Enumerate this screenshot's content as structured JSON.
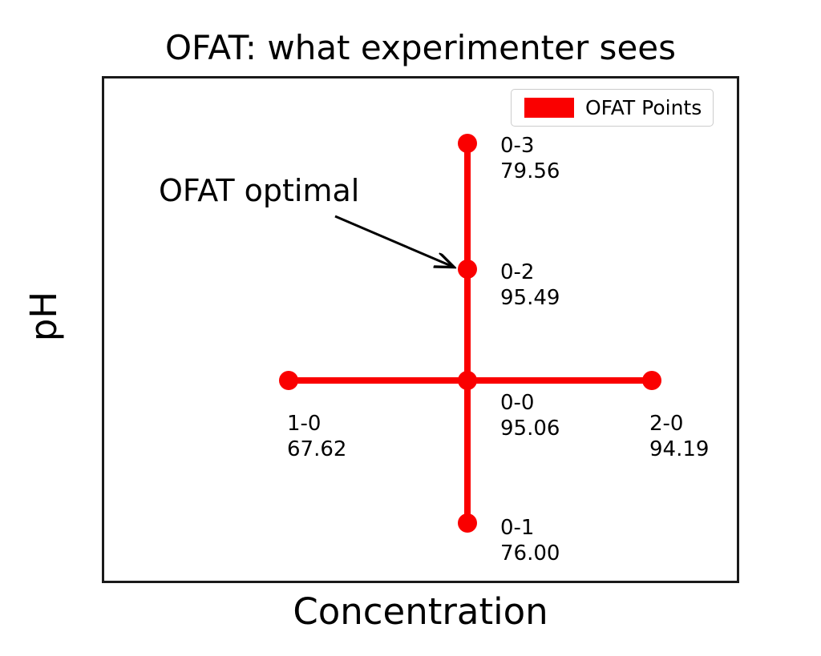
{
  "chart_data": {
    "type": "scatter",
    "title": "OFAT: what experimenter sees",
    "xlabel": "Concentration",
    "ylabel": "pH",
    "grid": false,
    "legend": {
      "position": "upper right",
      "entries": [
        {
          "label": "OFAT Points",
          "color": "#fa0000",
          "marker": "rectangle"
        }
      ]
    },
    "series": [
      {
        "name": "OFAT Points",
        "color": "#fa0000",
        "points": [
          {
            "code": "0-0",
            "value": "95.06",
            "x": 0.0,
            "y": 0.0,
            "role": "center"
          },
          {
            "code": "1-0",
            "value": "67.62",
            "x": -1.0,
            "y": 0.0,
            "role": "left"
          },
          {
            "code": "2-0",
            "value": "94.19",
            "x": 1.0,
            "y": 0.0,
            "role": "right"
          },
          {
            "code": "0-1",
            "value": "76.00",
            "x": 0.0,
            "y": -1.0,
            "role": "bottom"
          },
          {
            "code": "0-2",
            "value": "95.49",
            "x": 0.0,
            "y": 0.62,
            "role": "optimal"
          },
          {
            "code": "0-3",
            "value": "79.56",
            "x": 0.0,
            "y": 1.32,
            "role": "top"
          }
        ]
      }
    ],
    "annotations": [
      {
        "text": "OFAT optimal",
        "target_code": "0-2",
        "arrow": true
      }
    ]
  }
}
